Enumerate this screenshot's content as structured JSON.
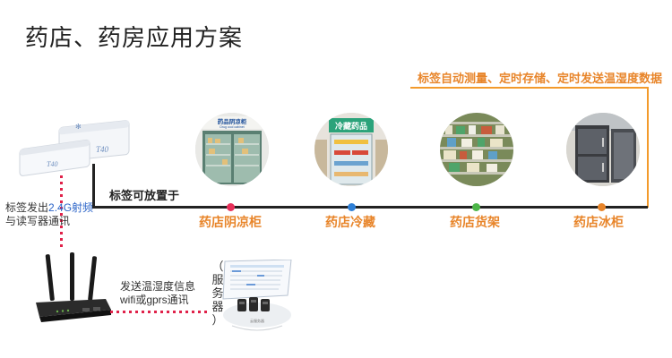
{
  "title": "药店、药房应用方案",
  "header_note": "标签自动测量、定时存储、定时发送温湿度数据",
  "timeline_label": "标签可放置于",
  "locations": [
    {
      "label": "药店阴凉柜",
      "dot_color": "#e8305a"
    },
    {
      "label": "药店冷藏",
      "dot_color": "#2e7fd6"
    },
    {
      "label": "药店货架",
      "dot_color": "#4cb648"
    },
    {
      "label": "药店冰柜",
      "dot_color": "#e8852a"
    }
  ],
  "tag": {
    "model_top": "T40",
    "model_bottom": "T40",
    "note_prefix": "标签发出",
    "note_highlight": "2.4G射频",
    "note_line2": "与读写器通讯"
  },
  "router": {
    "send_line1": "发送温湿度信息",
    "send_line2": "wifi或gprs通讯"
  },
  "server": {
    "label": "（服务器）",
    "device_caption": "云服务器"
  },
  "cabinet_sign": {
    "sign1_cn": "药品阴凉柜",
    "sign1_en": "Drug cool cabinet",
    "sign2_cn": "冷藏药品"
  },
  "colors": {
    "accent_orange": "#e8852a",
    "bracket_orange": "#f39a2b",
    "dotted_red": "#e0224a",
    "highlight_blue": "#2b64c8"
  }
}
